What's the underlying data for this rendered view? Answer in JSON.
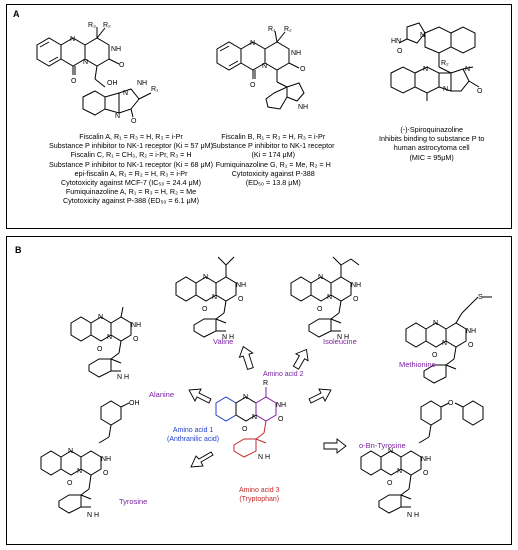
{
  "panel_a": {
    "label": "A",
    "compounds": [
      {
        "lines": [
          "Fiscalin A, R₁ = R₃ = H, R₃ = i-Pr",
          "Substance P inhibitor to NK-1 receptor (Ki = 57 μM)",
          "Fiscalin C, R₁ = CH₃, R₂ = i-Pr, R₃ = H",
          "Substance P inhibitor to NK-1 receptor (Ki = 68 μM)",
          "epi-fiscalin A, R₁ = R₂ = H, R₃ = i-Pr",
          "Cytotoxicity against MCF-7 (IC₅₀ = 24.4 μM)",
          "Fumiquinazoline A, R₁ = R₃ = H, R₂ = Me",
          "Cytotoxicity against P-388 (ED₅₀ = 6.1 μM)"
        ]
      },
      {
        "lines": [
          "Fiscalin B, R₁ = R₃ = H, R₃ = i-Pr",
          "Substance P inhibitor to NK-1 receptor",
          "(Ki = 174 μM)",
          "Fumiquinazoline G, R₁ = Me, R₂ = H",
          "Cytotoxicity against P-388",
          "(ED₅₀ = 13.8 μM)"
        ]
      },
      {
        "lines": [
          "(-)-Spiroquinazoline",
          "Inhibits binding to substance P to",
          "human astrocytoma cell",
          "(MIC = 95μM)"
        ]
      }
    ],
    "atoms": {
      "c1": [
        "R₃",
        "R₂",
        "N",
        "NH",
        "O",
        "N",
        "O",
        "OH",
        "N",
        "NH",
        "R₁",
        "N",
        "O"
      ],
      "c2": [
        "R₁",
        "R₂",
        "N",
        "NH",
        "N",
        "O",
        "O",
        "NH"
      ],
      "c3": [
        "HN",
        "N",
        "R₂",
        "N",
        "O",
        "N",
        "N",
        "O"
      ]
    }
  },
  "panel_b": {
    "label": "B",
    "amino_acids": {
      "valine": "Valine",
      "isoleucine": "Isoleucine",
      "methionine": "Methionine",
      "alanine": "Alanine",
      "tyrosine": "Tyrosine",
      "bn_tyrosine": "o-Bn-Tyrosine"
    },
    "center": {
      "aa1": "Amino acid 1",
      "aa1_sub": "(Anthranilic acid)",
      "aa2": "Amino acid 2",
      "aa3": "Amino acid 3",
      "aa3_sub": "(Tryptophan)",
      "r_label": "R",
      "nh": "NH",
      "o": "O",
      "n1": "N",
      "n2": "N",
      "o2": "O",
      "indole_nh": "N H"
    },
    "atoms": {
      "common": [
        "N",
        "N",
        "NH",
        "O",
        "O",
        "N H"
      ],
      "sulfur": "S",
      "hydroxyl": "OH",
      "ether_o": "O"
    }
  }
}
